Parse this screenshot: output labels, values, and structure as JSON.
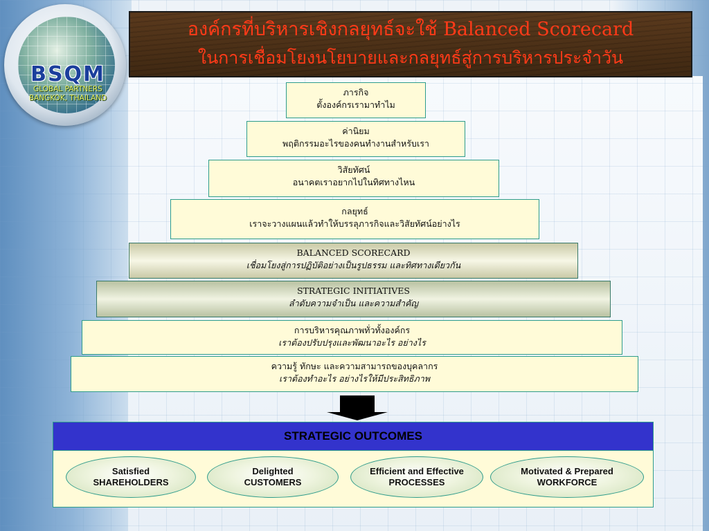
{
  "logo": {
    "brand": "BSQM",
    "line1": "GLOBAL PARTNERS",
    "line2": "BANGKOK, THAILAND"
  },
  "title": {
    "line1": "องค์กรที่บริหารเชิงกลยุทธ์จะใช้ Balanced Scorecard",
    "line2": "ในการเชื่อมโยงนโยบายและกลยุทธ์สู่การบริหารประจำวัน",
    "color": "#ff3a18"
  },
  "pyramid": [
    {
      "heading": "ภารกิจ",
      "sub": "ตั้งองค์กรเรามาทำไม"
    },
    {
      "heading": "ค่านิยม",
      "sub": "พฤติกรรมอะไรของคนทำงานสำหรับเรา"
    },
    {
      "heading": "วิสัยทัศน์",
      "sub": "อนาคตเราอยากไปในทิศทางไหน"
    },
    {
      "heading": "กลยุทธ์",
      "sub": "เราจะวางแผนแล้วทำให้บรรลุภารกิจและวิสัยทัศน์อย่างไร"
    },
    {
      "heading": "BALANCED SCORECARD",
      "sub": "เชื่อมโยงสู่การปฏิบัติอย่างเป็นรูปธรรม และทิศทางเดียวกัน"
    },
    {
      "heading": "STRATEGIC INITIATIVES",
      "sub": "ลำดับความจำเป็น และความสำคัญ"
    },
    {
      "heading": "การบริหารคุณภาพทั่วทั้งองค์กร",
      "sub": "เราต้องปรับปรุงและพัฒนาอะไร อย่างไร"
    },
    {
      "heading": "ความรู้ ทักษะ และความสามารถของบุคลากร",
      "sub": "เราต้องทำอะไร อย่างไรให้มีประสิทธิภาพ"
    }
  ],
  "outcomes": {
    "header": "STRATEGIC OUTCOMES",
    "header_color": "#3333cc",
    "items": [
      {
        "line1": "Satisfied",
        "line2": "SHAREHOLDERS"
      },
      {
        "line1": "Delighted",
        "line2": "CUSTOMERS"
      },
      {
        "line1": "Efficient and Effective",
        "line2": "PROCESSES"
      },
      {
        "line1": "Motivated & Prepared",
        "line2": "WORKFORCE"
      }
    ]
  }
}
